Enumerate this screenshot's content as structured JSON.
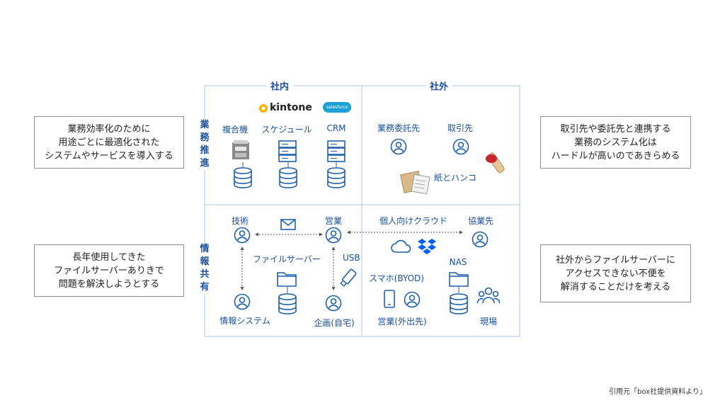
{
  "headers": {
    "internal": "社内",
    "external": "社外"
  },
  "rows": {
    "business": [
      "業",
      "務",
      "推",
      "進"
    ],
    "sharing": [
      "情",
      "報",
      "共",
      "有"
    ]
  },
  "boxes": {
    "top_left": [
      "業務効率化のために",
      "用途ごとに最適化された",
      "システムやサービスを導入する"
    ],
    "bottom_left": [
      "長年使用してきた",
      "ファイルサーバーありきで",
      "問題を解決しようとする"
    ],
    "top_right": [
      "取引先や委託先と連携する",
      "業務のシステム化は",
      "ハードルが高いのであきらめる"
    ],
    "bottom_right": [
      "社外からファイルサーバーに",
      "アクセスできない不便を",
      "解消することだけを考える"
    ]
  },
  "brands": {
    "kintone": "kintone",
    "salesforce": "salesforce"
  },
  "top_internal": {
    "copier": "複合機",
    "schedule": "スケジュール",
    "crm": "CRM"
  },
  "top_external": {
    "contractor": "業務委託先",
    "partner": "取引先",
    "paper": "紙とハンコ"
  },
  "bottom_internal": {
    "tech": "技術",
    "sales": "営業",
    "fileserver": "ファイルサーバー",
    "usb": "USB",
    "infosys": "情報システム",
    "planning": "企画(自宅)"
  },
  "bottom_external": {
    "cloud": "個人向けクラウド",
    "collab": "協業先",
    "nas": "NAS",
    "byod": "スマホ(BYOD)",
    "sales_out": "営業(外出先)",
    "site": "現場"
  },
  "citation": "引用元「box社提供資料より」",
  "colors": {
    "accent": "#1a4f9c",
    "frame": "#a9c4e6",
    "icon": "#1f5fae"
  }
}
